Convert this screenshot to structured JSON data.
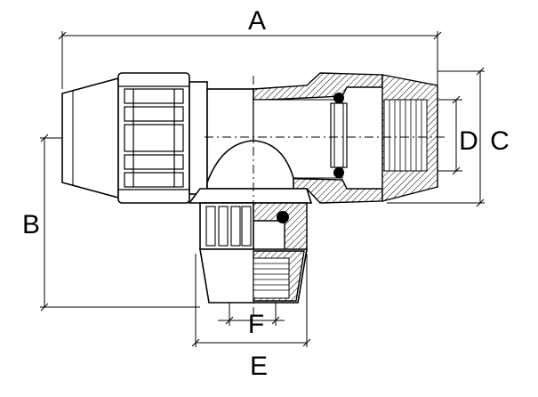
{
  "dimensions": {
    "a": "A",
    "b": "B",
    "c": "C",
    "d": "D",
    "e": "E",
    "f": "F"
  },
  "colors": {
    "ink": "#000000",
    "paper": "#ffffff"
  }
}
